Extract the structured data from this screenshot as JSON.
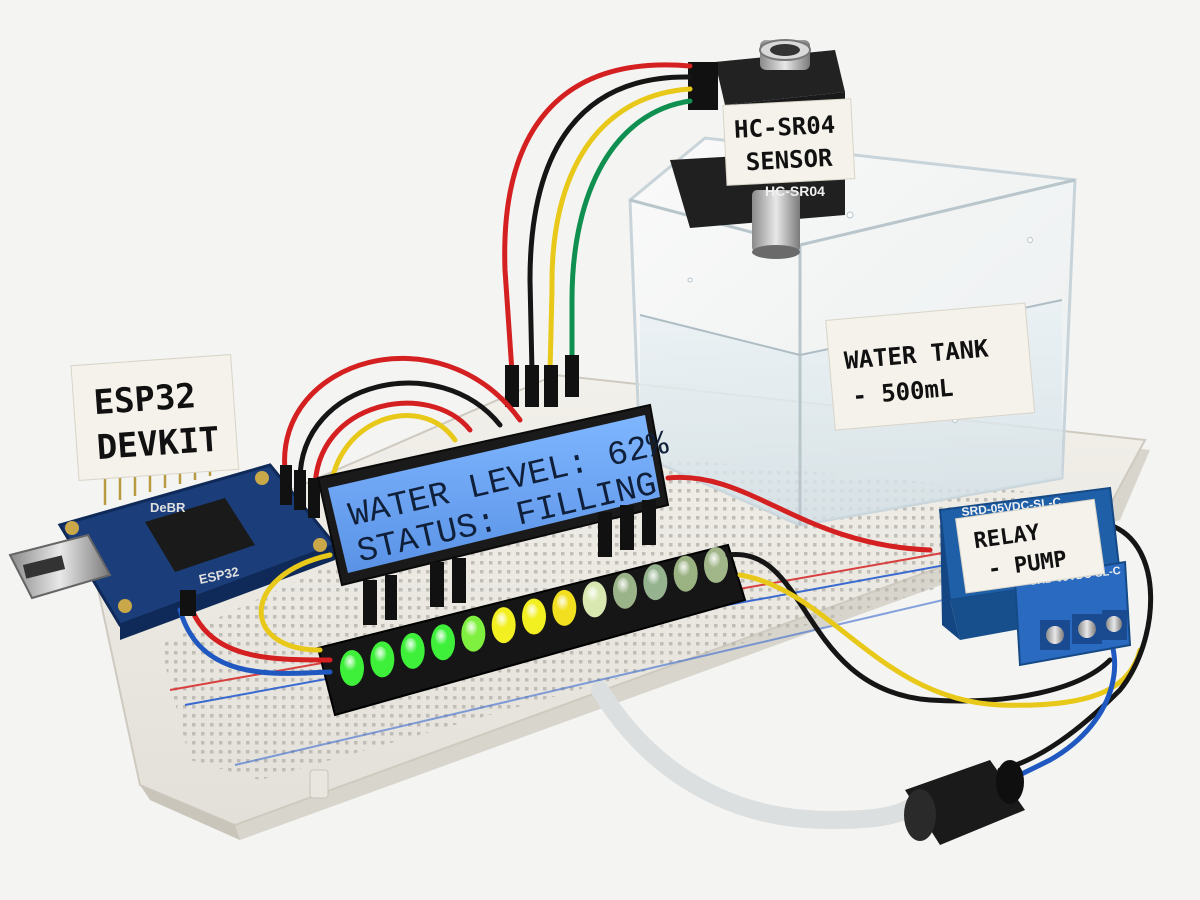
{
  "labels": {
    "esp32_line1": "ESP32",
    "esp32_line2": "DEVKIT",
    "sensor_line1": "HC-SR04",
    "sensor_line2": "SENSOR",
    "tank_line1": "WATER TANK",
    "tank_line2": "- 500mL",
    "relay_line1": "RELAY",
    "relay_line2": "- PUMP"
  },
  "lcd": {
    "line1": "WATER LEVEL: 62%",
    "line2": "STATUS: FILLING"
  },
  "board_markings": {
    "esp32_chip": "ESP32",
    "esp32_logo": "DeBR",
    "sensor_print": "HC-SR04",
    "relay_top": "SRD-05VDC-SL-C",
    "relay_side": "SRD-05VDC-SL-C"
  },
  "led_bar": {
    "count": 13,
    "lit_fraction": 0.62,
    "colors": [
      "#3ef03a",
      "#3ef03a",
      "#3ef03a",
      "#3ef03a",
      "#7ff040",
      "#f2f020",
      "#f2f020",
      "#f2e020",
      "#d8e8b0",
      "#c8e8b0",
      "#c0e8b8",
      "#c8e8a8",
      "#d0eeb0"
    ]
  },
  "colors": {
    "lcd_bg": "#6fa8f2",
    "lcd_text": "#10203a",
    "board_blue": "#1b3e7a",
    "relay_blue": "#1f5fa8",
    "wire_red": "#d42020",
    "wire_yellow": "#e8c818",
    "wire_green": "#109050",
    "wire_black": "#151515",
    "wire_blue": "#1f58c0"
  }
}
